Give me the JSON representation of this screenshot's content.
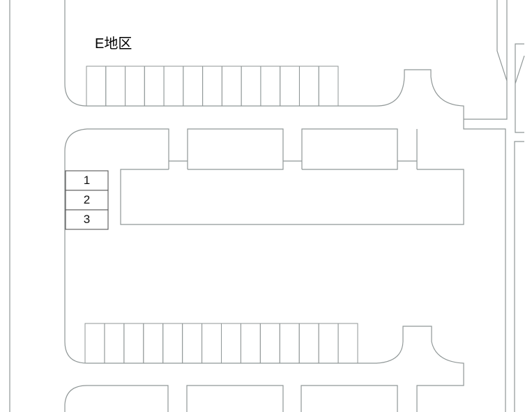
{
  "area_label": "E地区",
  "top_row_stalls": 13,
  "bottom_row_stalls": 14,
  "numbered_spaces": [
    "1",
    "2",
    "3"
  ],
  "line_color": "#8f9696"
}
